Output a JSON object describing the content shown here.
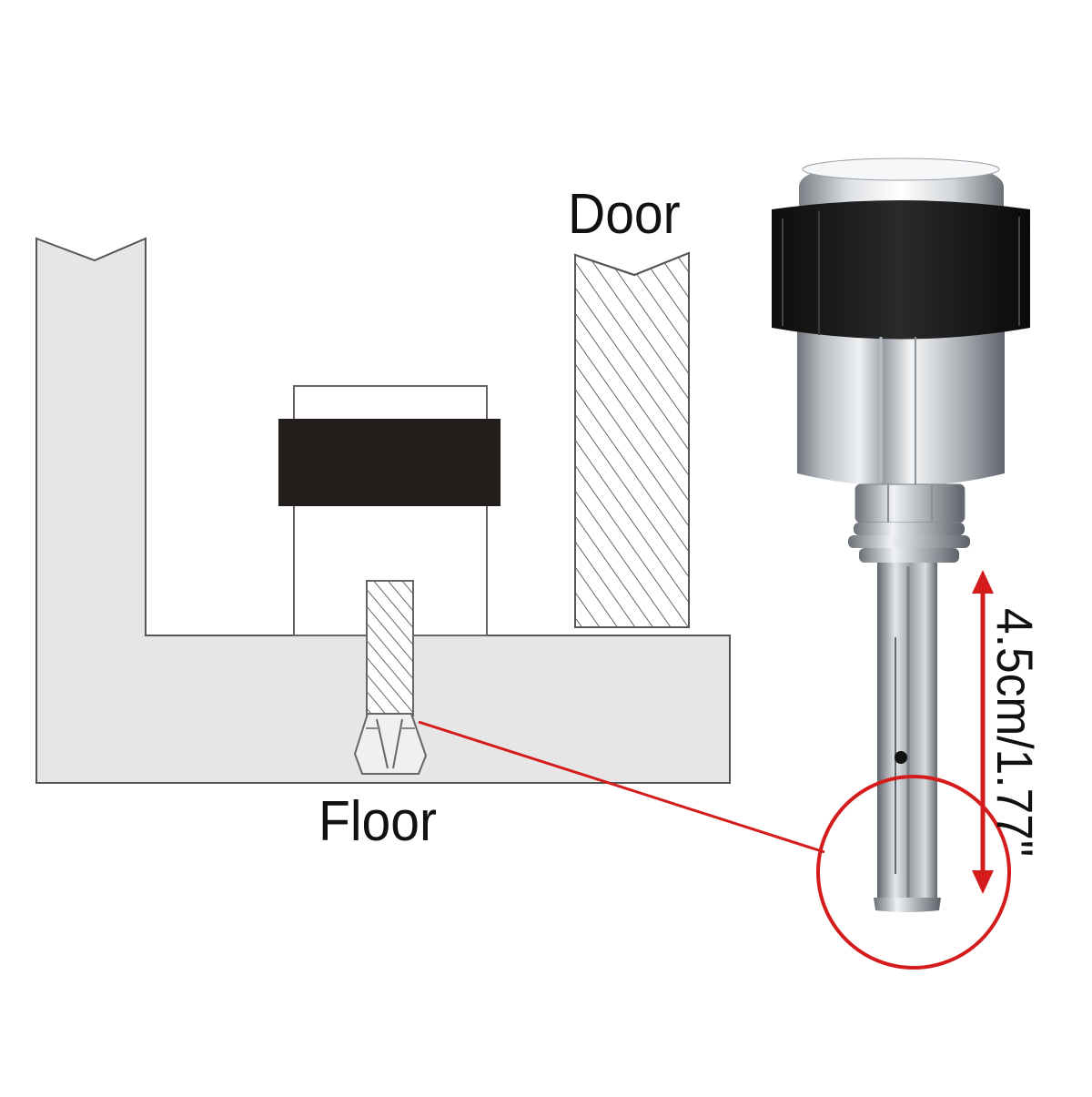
{
  "labels": {
    "door": "Door",
    "floor": "Floor",
    "dimension": "4.5cm/1.77\""
  },
  "icons": {
    "rubber_bumper": "black-rubber-ring-icon",
    "steel_body": "brushed-steel-cylinder-icon",
    "hex_nut": "hex-nut-icon",
    "anchor_bolt": "expansion-anchor-bolt-icon",
    "callout": "red-callout-circle-icon",
    "dimension_arrow": "red-double-arrow-icon"
  },
  "colors": {
    "wall_fill": "#e6e6e6",
    "outline": "#555555",
    "rubber": "#231d1b",
    "accent_red": "#d51c1c",
    "steel_light": "#e9ecee",
    "steel_dark": "#7d838a"
  }
}
